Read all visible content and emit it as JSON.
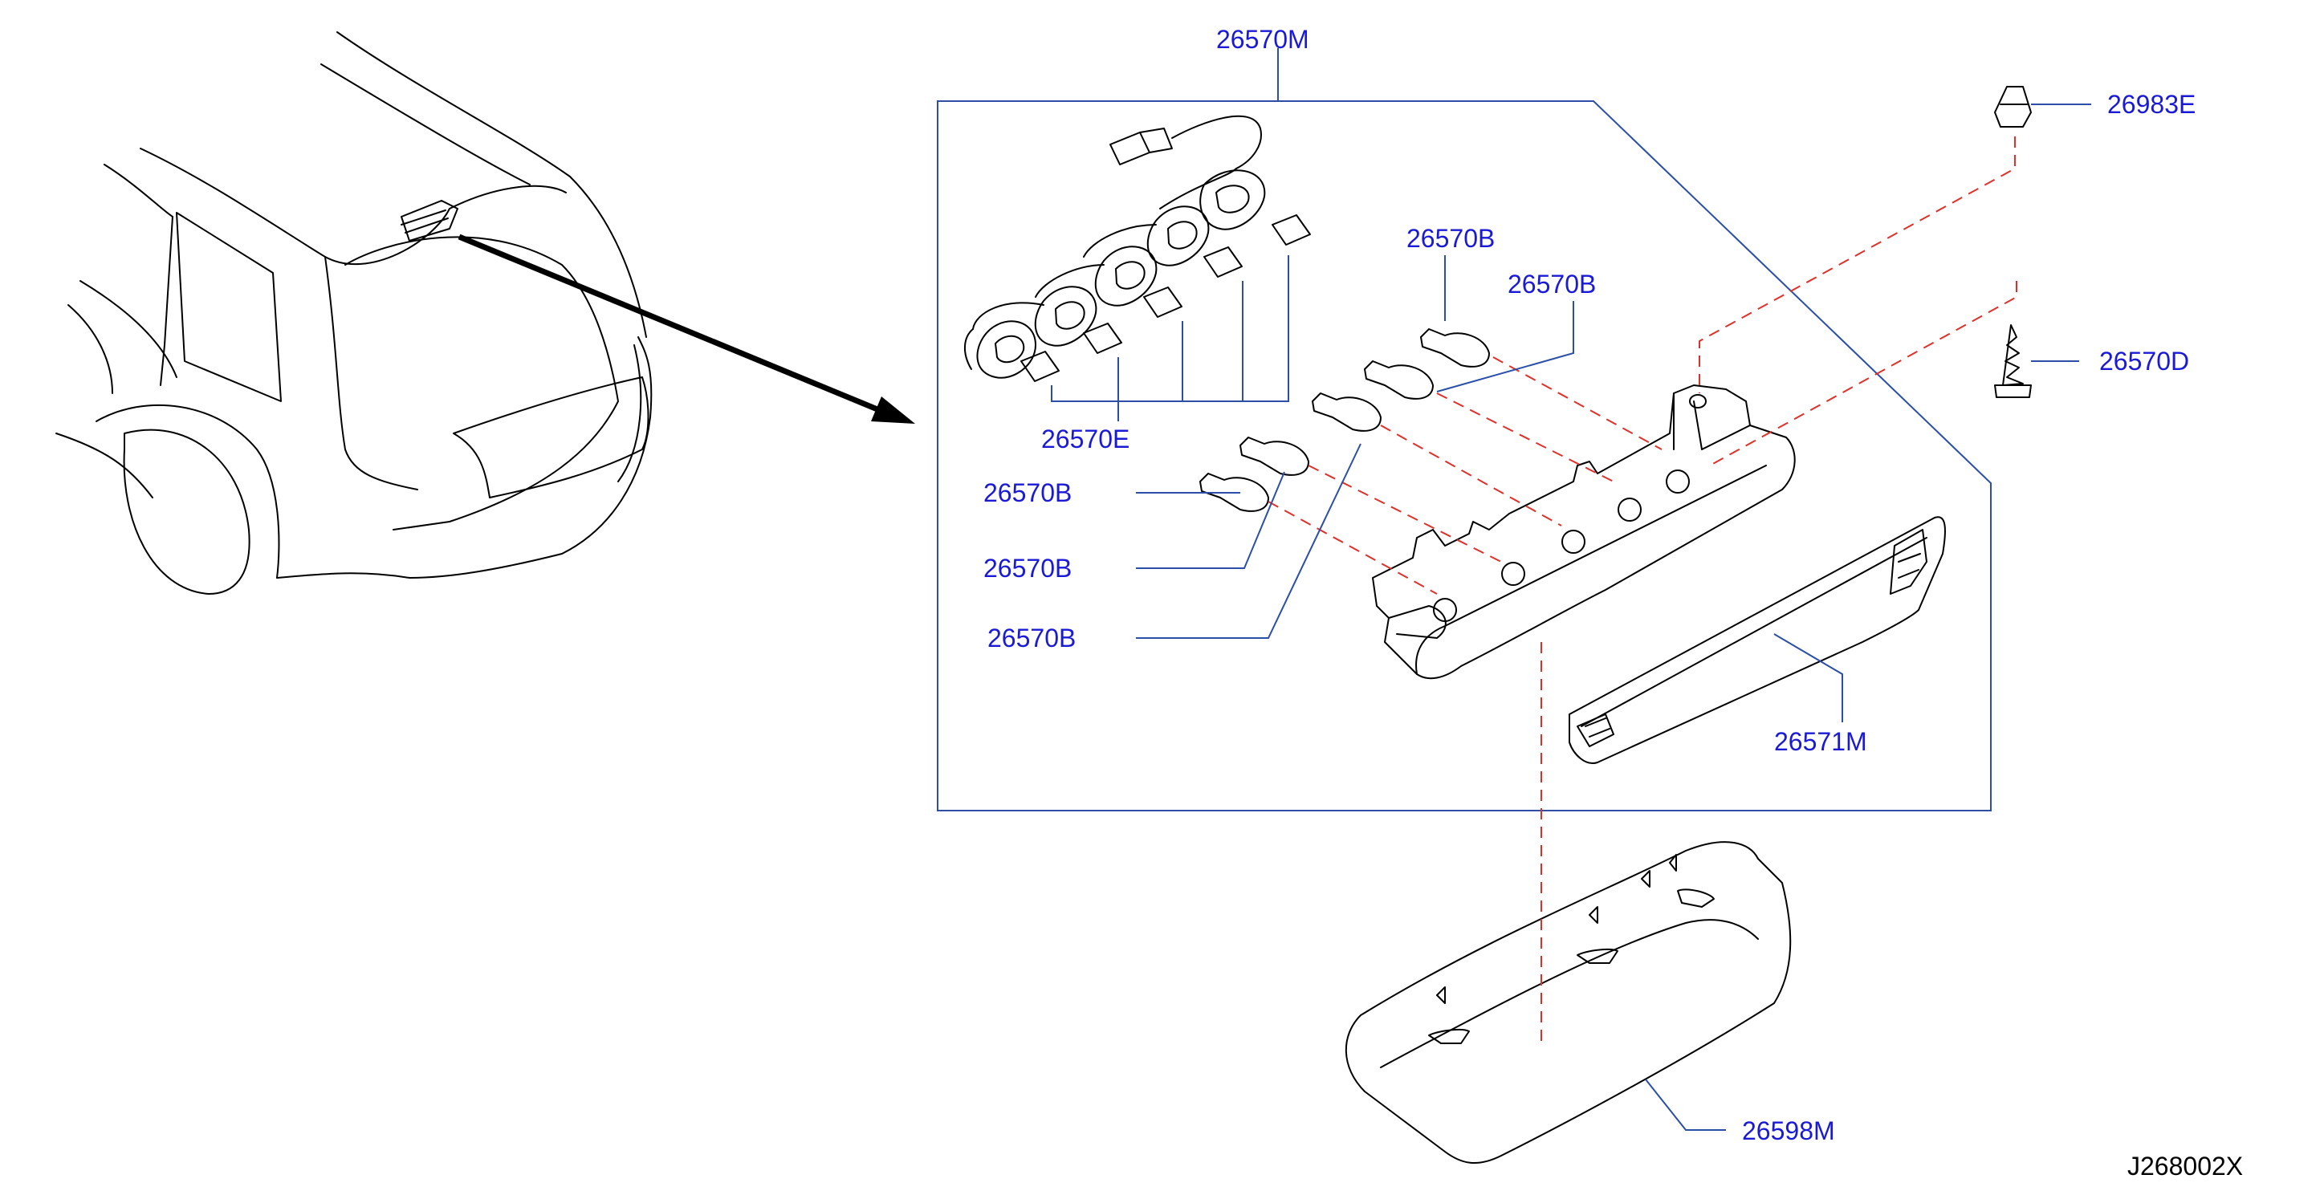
{
  "diagram_code": "J268002X",
  "parts": {
    "assembly": "26570M",
    "clip": "26983E",
    "screw": "26570D",
    "bulb_1": "26570B",
    "bulb_2": "26570B",
    "bulb_3": "26570B",
    "bulb_4": "26570B",
    "bulb_5": "26570B",
    "socket_connector": "26570E",
    "lens": "26571M",
    "cover": "26598M"
  },
  "colors": {
    "label": "#1a1ad6",
    "leader_line": "#2a4fa8",
    "phantom_line": "#e0302a",
    "drawing": "#000000"
  }
}
